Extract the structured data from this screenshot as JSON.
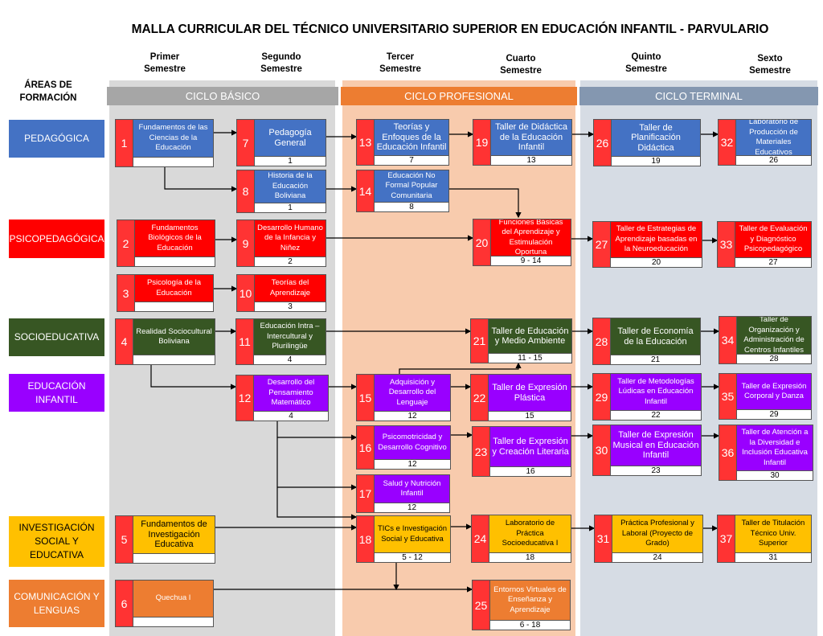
{
  "title": "MALLA CURRICULAR DEL TÉCNICO UNIVERSITARIO SUPERIOR EN EDUCACIÓN INFANTIL - PARVULARIO",
  "semesters": [
    {
      "line1": "Primer",
      "line2": "Semestre"
    },
    {
      "line1": "Segundo",
      "line2": "Semestre"
    },
    {
      "line1": "Tercer",
      "line2": "Semestre"
    },
    {
      "line1": "Cuarto",
      "line2": "Semestre"
    },
    {
      "line1": "Quinto",
      "line2": "Semestre"
    },
    {
      "line1": "Sexto",
      "line2": "Semestre"
    }
  ],
  "areas_label": "ÁREAS DE FORMACIÓN",
  "cycles": [
    {
      "label": "CICLO BÁSICO",
      "bg": "#d9d9d9",
      "header": "#a6a6a6"
    },
    {
      "label": "CICLO PROFESIONAL",
      "bg": "#f8cbad",
      "header": "#ed7d31"
    },
    {
      "label": "CICLO TERMINAL",
      "bg": "#d6dce4",
      "header": "#8497b0"
    }
  ],
  "areas": [
    {
      "key": "ped",
      "label": "PEDAGÓGICA",
      "color": "#4472c4"
    },
    {
      "key": "psi",
      "label": "PSICOPEDAGÓGICA",
      "color": "#ff0000"
    },
    {
      "key": "soc",
      "label": "SOCIOEDUCATIVA",
      "color": "#375623"
    },
    {
      "key": "inf",
      "label": "EDUCACIÓN INFANTIL",
      "color": "#9900ff"
    },
    {
      "key": "inv",
      "label": "INVESTIGACIÓN SOCIAL Y EDUCATIVA",
      "color": "#ffc000"
    },
    {
      "key": "com",
      "label": "COMUNICACIÓN Y LENGUAS",
      "color": "#ed7d31"
    }
  ],
  "courses": [
    {
      "num": "1",
      "name": "Fundamentos de las Ciencias de la Educación",
      "prereq": "",
      "area": "ped"
    },
    {
      "num": "2",
      "name": "Fundamentos Biológicos de la Educación",
      "prereq": "",
      "area": "psi"
    },
    {
      "num": "3",
      "name": "Psicología de la Educación",
      "prereq": "",
      "area": "psi"
    },
    {
      "num": "4",
      "name": "Realidad Sociocultural Boliviana",
      "prereq": "",
      "area": "soc"
    },
    {
      "num": "5",
      "name": "Fundamentos de Investigación Educativa",
      "prereq": "",
      "area": "inv"
    },
    {
      "num": "6",
      "name": "Quechua I",
      "prereq": "",
      "area": "com"
    },
    {
      "num": "7",
      "name": "Pedagogía General",
      "prereq": "1",
      "area": "ped"
    },
    {
      "num": "8",
      "name": "Historia de la Educación Boliviana",
      "prereq": "1",
      "area": "ped"
    },
    {
      "num": "9",
      "name": "Desarrollo Humano de la Infancia y Niñez",
      "prereq": "2",
      "area": "psi"
    },
    {
      "num": "10",
      "name": "Teorías del Aprendizaje",
      "prereq": "3",
      "area": "psi"
    },
    {
      "num": "11",
      "name": "Educación Intra – Intercultural y Plurilingüe",
      "prereq": "4",
      "area": "soc"
    },
    {
      "num": "12",
      "name": "Desarrollo del Pensamiento Matemático",
      "prereq": "4",
      "area": "inf"
    },
    {
      "num": "13",
      "name": "Teorías y Enfoques de la Educación Infantil",
      "prereq": "7",
      "area": "ped"
    },
    {
      "num": "14",
      "name": "Educación No Formal Popular Comunitaria",
      "prereq": "8",
      "area": "ped"
    },
    {
      "num": "15",
      "name": "Adquisición y Desarrollo del Lenguaje",
      "prereq": "12",
      "area": "inf"
    },
    {
      "num": "16",
      "name": "Psicomotricidad y Desarrollo Cognitivo",
      "prereq": "12",
      "area": "inf"
    },
    {
      "num": "17",
      "name": "Salud y Nutrición Infantil",
      "prereq": "12",
      "area": "inf"
    },
    {
      "num": "18",
      "name": "TICs e Investigación Social y Educativa",
      "prereq": "5 - 12",
      "area": "inv"
    },
    {
      "num": "19",
      "name": "Taller de Didáctica de la Educación Infantil",
      "prereq": "13",
      "area": "ped"
    },
    {
      "num": "20",
      "name": "Funciones Básicas del Aprendizaje y Estimulación Oportuna",
      "prereq": "9 - 14",
      "area": "psi"
    },
    {
      "num": "21",
      "name": "Taller de Educación y Medio Ambiente",
      "prereq": "11 - 15",
      "area": "soc"
    },
    {
      "num": "22",
      "name": "Taller de Expresión Plástica",
      "prereq": "15",
      "area": "inf"
    },
    {
      "num": "23",
      "name": "Taller de Expresión y Creación Literaria",
      "prereq": "16",
      "area": "inf"
    },
    {
      "num": "24",
      "name": "Laboratorio de Práctica Socioeducativa I",
      "prereq": "18",
      "area": "inv"
    },
    {
      "num": "25",
      "name": "Entornos Virtuales de Enseñanza y Aprendizaje",
      "prereq": "6 - 18",
      "area": "com"
    },
    {
      "num": "26",
      "name": "Taller de Planificación Didáctica",
      "prereq": "19",
      "area": "ped"
    },
    {
      "num": "27",
      "name": "Taller de Estrategias de Aprendizaje basadas en la Neuroeducación",
      "prereq": "20",
      "area": "psi"
    },
    {
      "num": "28",
      "name": "Taller de Economía de la Educación",
      "prereq": "21",
      "area": "soc"
    },
    {
      "num": "29",
      "name": "Taller de Metodologías Lúdicas en Educación Infantil",
      "prereq": "22",
      "area": "inf"
    },
    {
      "num": "30",
      "name": "Taller de Expresión Musical en Educación Infantil",
      "prereq": "23",
      "area": "inf"
    },
    {
      "num": "31",
      "name": "Práctica Profesional y Laboral (Proyecto de Grado)",
      "prereq": "24",
      "area": "inv"
    },
    {
      "num": "32",
      "name": "Laboratorio de Producción de Materiales Educativos",
      "prereq": "26",
      "area": "ped"
    },
    {
      "num": "33",
      "name": "Taller de Evaluación y Diagnóstico Psicopedagógico",
      "prereq": "27",
      "area": "psi"
    },
    {
      "num": "34",
      "name": "Taller de Organización y Administración de Centros Infantiles",
      "prereq": "28",
      "area": "soc"
    },
    {
      "num": "35",
      "name": "Taller de Expresión Corporal y Danza",
      "prereq": "29",
      "area": "inf"
    },
    {
      "num": "36",
      "name": "Taller de Atención a la Diversidad e Inclusión Educativa Infantil",
      "prereq": "30",
      "area": "inf"
    },
    {
      "num": "37",
      "name": "Taller de Titulación Técnico Univ. Superior",
      "prereq": "31",
      "area": "inv"
    }
  ]
}
